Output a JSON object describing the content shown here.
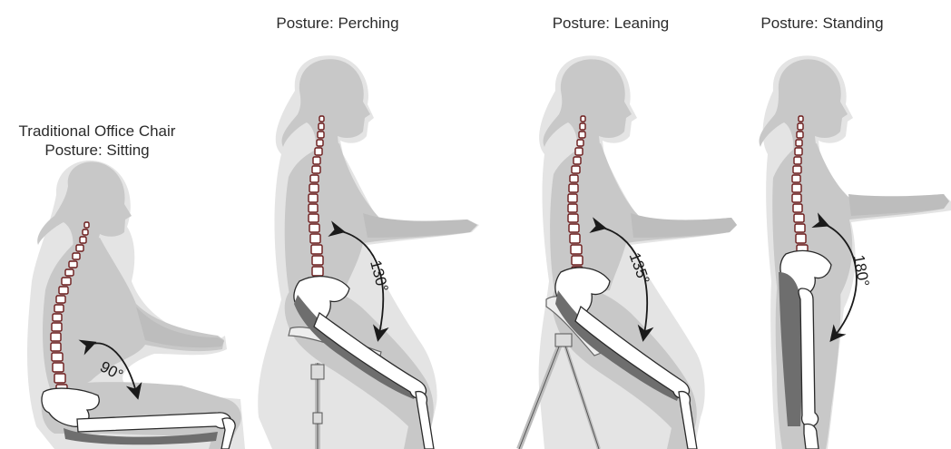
{
  "panels": [
    {
      "title_lines": [
        "Traditional Office Chair",
        "Posture: Sitting"
      ],
      "angle": "90°"
    },
    {
      "title_lines": [
        "Posture: Perching"
      ],
      "angle": "130°"
    },
    {
      "title_lines": [
        "Posture: Leaning"
      ],
      "angle": "135°"
    },
    {
      "title_lines": [
        "Posture: Standing"
      ],
      "angle": "180°"
    }
  ],
  "colors": {
    "silhouette": "#d3d3d3",
    "silhouette_shadow": "#e2e2e2",
    "body_fill": "#c5c5c5",
    "spine_outline": "#6b1a1a",
    "spine_fill": "#ffffff",
    "muscle": "#6e6e6e",
    "bone_fill": "#ffffff",
    "bone_stroke": "#2a2a2a",
    "stool": "#888888"
  },
  "icons": [
    "sitting-figure",
    "perching-figure",
    "leaning-figure",
    "standing-figure"
  ]
}
